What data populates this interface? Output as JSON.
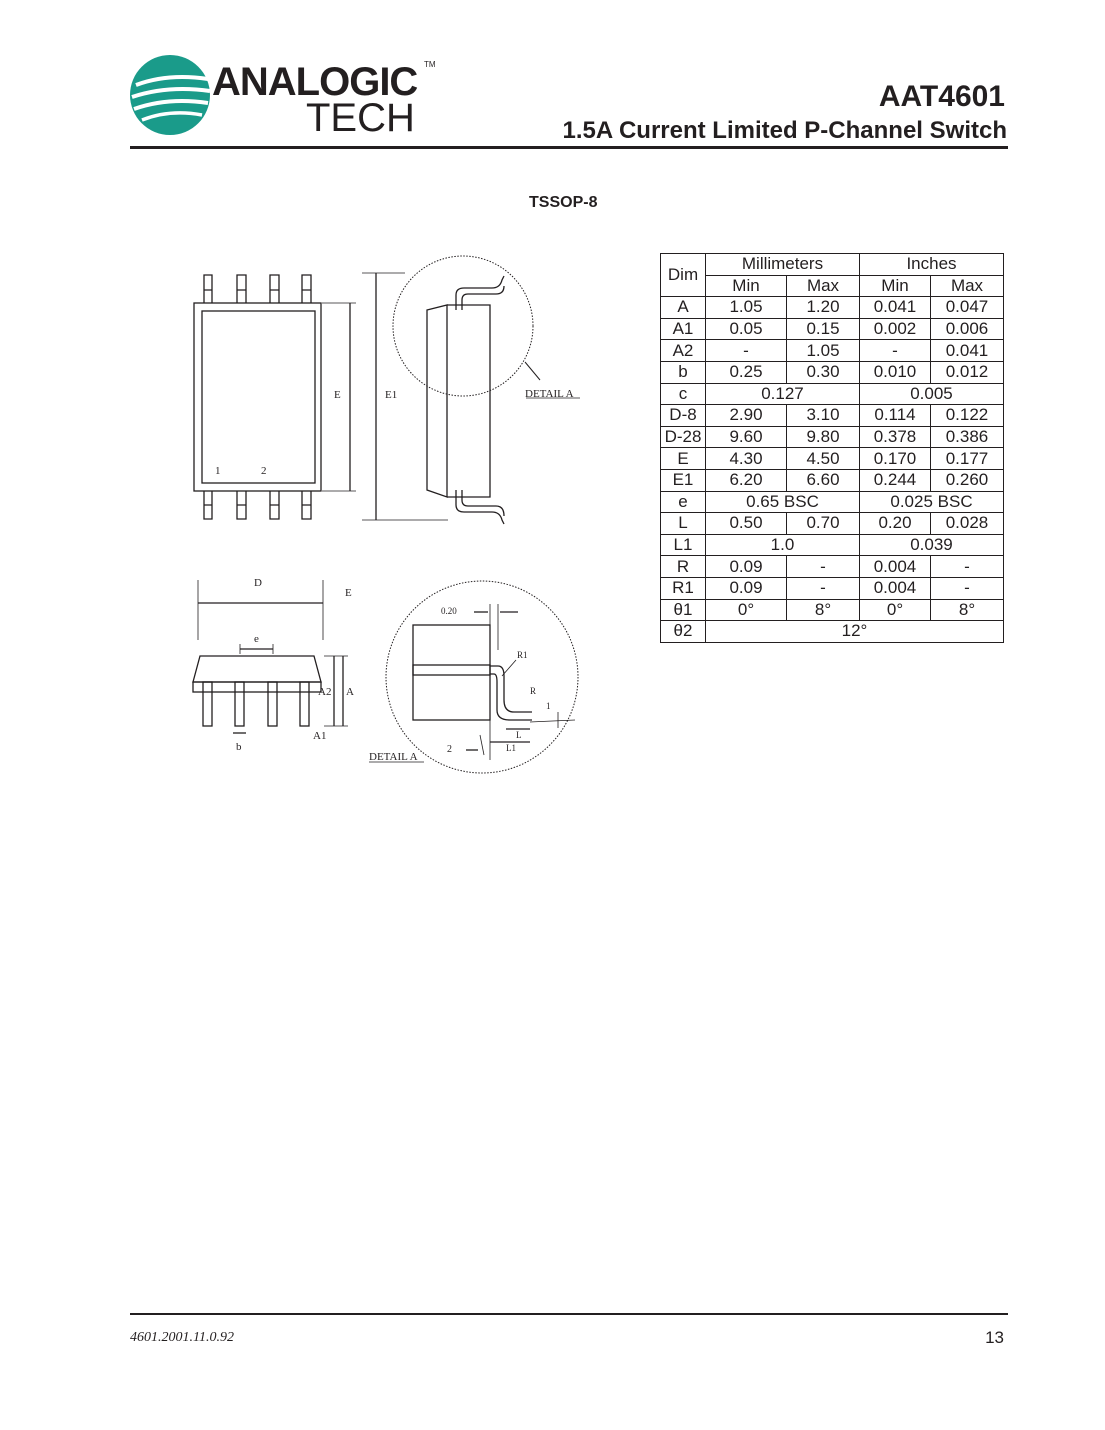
{
  "header": {
    "logo_top": "ANALOGIC",
    "logo_bottom": "TECH",
    "logo_tm": "TM",
    "part_number": "AAT4601",
    "title": "1.5A Current Limited P-Channel Switch"
  },
  "package_title": "TSSOP-8",
  "drawing_labels": {
    "E": "E",
    "E1": "E1",
    "detail_a": "DETAIL A",
    "pin1": "1",
    "pin2": "2",
    "D": "D",
    "E_side": "E",
    "e": "e",
    "A2": "A2",
    "A": "A",
    "A1": "A1",
    "b": "b",
    "gauge": "0.20",
    "R1": "R1",
    "R": "R",
    "L": "L",
    "L1": "L1",
    "theta1": "1",
    "theta2": "2",
    "detail_a_bottom": "DETAIL A"
  },
  "table": {
    "head_dim": "Dim",
    "head_mm": "Millimeters",
    "head_in": "Inches",
    "sub": [
      "Min",
      "Max",
      "Min",
      "Max"
    ],
    "rows": [
      {
        "dim": "A",
        "cells": [
          "1.05",
          "1.20",
          "0.041",
          "0.047"
        ]
      },
      {
        "dim": "A1",
        "cells": [
          "0.05",
          "0.15",
          "0.002",
          "0.006"
        ]
      },
      {
        "dim": "A2",
        "cells": [
          "-",
          "1.05",
          "-",
          "0.041"
        ]
      },
      {
        "dim": "b",
        "cells": [
          "0.25",
          "0.30",
          "0.010",
          "0.012"
        ]
      },
      {
        "dim": "c",
        "mm": "0.127",
        "in": "0.005"
      },
      {
        "dim": "D-8",
        "cells": [
          "2.90",
          "3.10",
          "0.114",
          "0.122"
        ]
      },
      {
        "dim": "D-28",
        "cells": [
          "9.60",
          "9.80",
          "0.378",
          "0.386"
        ]
      },
      {
        "dim": "E",
        "cells": [
          "4.30",
          "4.50",
          "0.170",
          "0.177"
        ]
      },
      {
        "dim": "E1",
        "cells": [
          "6.20",
          "6.60",
          "0.244",
          "0.260"
        ]
      },
      {
        "dim": "e",
        "mm": "0.65 BSC",
        "in": "0.025 BSC"
      },
      {
        "dim": "L",
        "cells": [
          "0.50",
          "0.70",
          "0.20",
          "0.028"
        ]
      },
      {
        "dim": "L1",
        "mm": "1.0",
        "in": "0.039"
      },
      {
        "dim": "R",
        "cells": [
          "0.09",
          "-",
          "0.004",
          "-"
        ]
      },
      {
        "dim": "R1",
        "cells": [
          "0.09",
          "-",
          "0.004",
          "-"
        ]
      },
      {
        "dim": "θ1",
        "cells": [
          "0°",
          "8°",
          "0°",
          "8°"
        ]
      },
      {
        "dim": "θ2",
        "all": "12°"
      }
    ]
  },
  "footer": {
    "doc_id": "4601.2001.11.0.92",
    "page": "13"
  },
  "colors": {
    "logo_teal": "#1a9b8a",
    "ink": "#231f20"
  }
}
